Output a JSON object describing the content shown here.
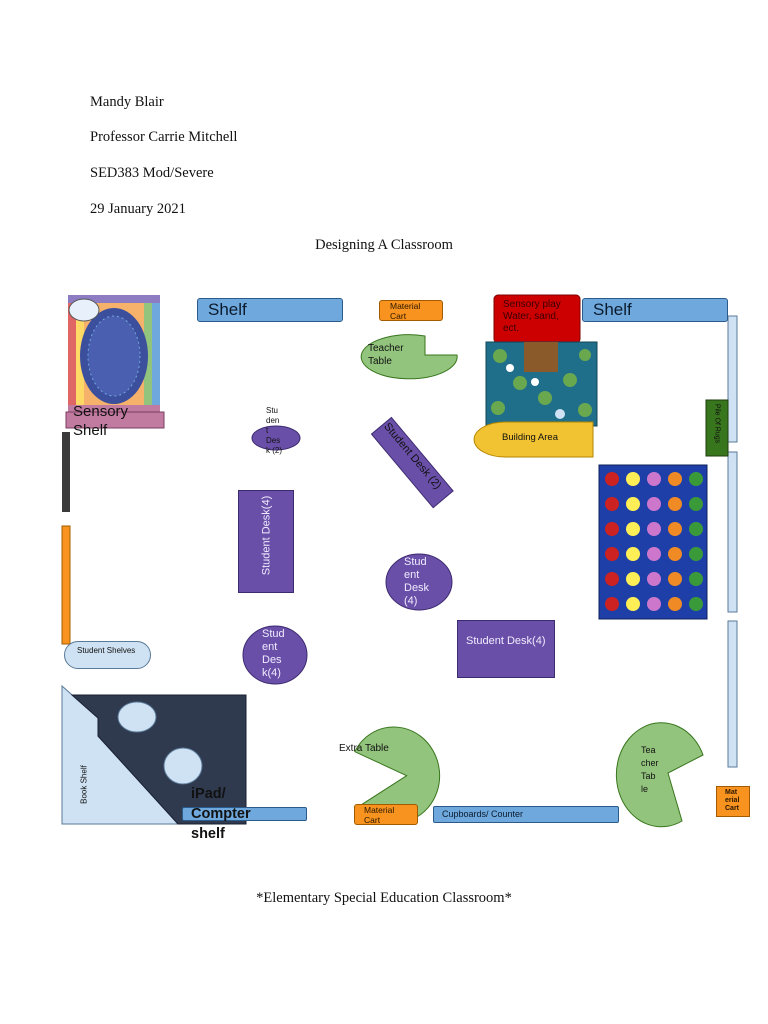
{
  "header": {
    "name": "Mandy Blair",
    "professor": "Professor Carrie Mitchell",
    "course": "SED383 Mod/Severe",
    "date": "29 January 2021",
    "title": "Designing A Classroom",
    "footer": "*Elementary Special Education Classroom*"
  },
  "labels": {
    "shelf_left": "Shelf",
    "shelf_right": "Shelf",
    "material_cart_top": "Material Cart",
    "sensory_play": "Sensory play Water, sand, ect.",
    "teacher_table_top": "Teacher Table",
    "sensory_shelf": "Sensory Shelf",
    "student_desk_small": "Stu den t Des k (2)",
    "student_desk_rotated": "Student Desk (2)",
    "building_area": "Building Area",
    "pile_of_rugs": "Pile Of Rugs",
    "student_desk_tall": "Student Desk(4)",
    "student_desk_center_circle": "Stud ent Desk (4)",
    "student_desk_rect": "Student Desk(4)",
    "student_desk_left_circle": "Stud ent Des k(4)",
    "student_shelves": "Student Shelves",
    "book_shelf": "Book Shelf",
    "ipad_shelf": "iPad/ Compter shelf",
    "extra_table": "Extra Table",
    "material_cart_bottom": "Material Cart",
    "cupboards": "Cupboards/ Counter",
    "teacher_table_bottom": "Tea cher Tab le",
    "material_cart_right": "Mat erial Cart"
  },
  "colors": {
    "purple": "#6a4fa8",
    "blue": "#6fa8dc",
    "orange": "#f7931e",
    "red": "#cc0000",
    "yellow": "#f1c232",
    "green_table": "#93c47d",
    "dark_navy": "#2f3a4f",
    "rug_blue": "#1f3fa8"
  },
  "dot_rug_colors": [
    "#cc2222",
    "#ffee55",
    "#cc77cc",
    "#f08a24",
    "#3a9a3a"
  ]
}
